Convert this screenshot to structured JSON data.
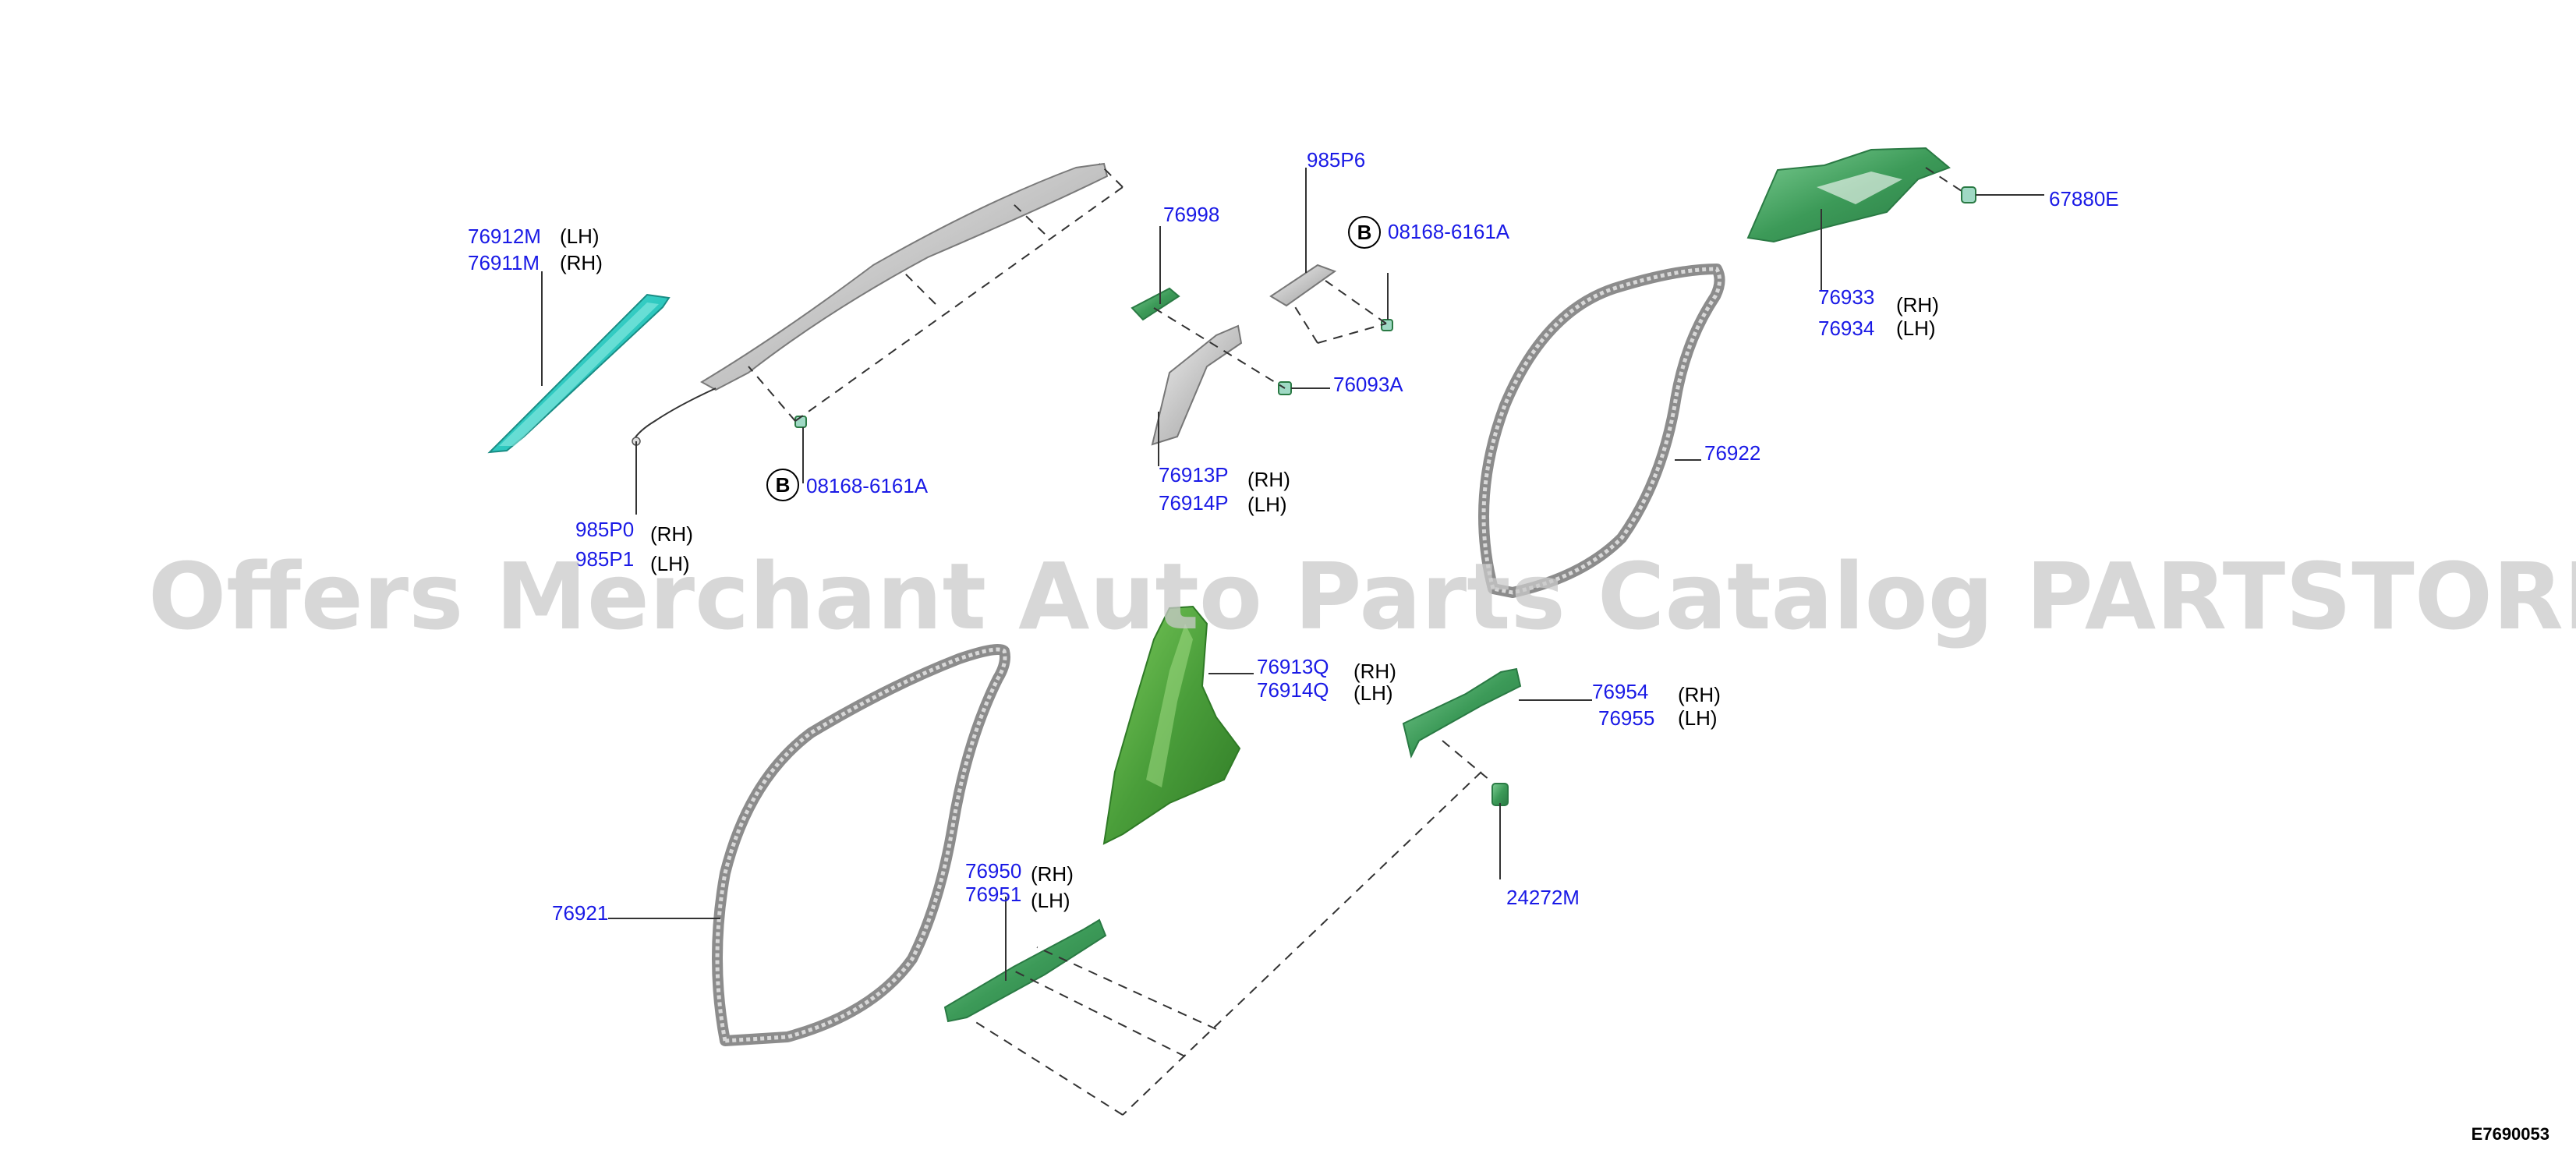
{
  "watermark": "Offers Merchant Auto Parts Catalog PARTSTORE.SA",
  "diagram_code": "E7690053",
  "callouts": [
    {
      "id": "a",
      "part": "76912M",
      "side": "(LH)"
    },
    {
      "id": "b",
      "part": "76911M",
      "side": "(RH)"
    },
    {
      "id": "c",
      "part": "985P0",
      "side": "(RH)"
    },
    {
      "id": "d",
      "part": "985P1",
      "side": "(LH)"
    },
    {
      "id": "e",
      "part": "08168-6161A",
      "side": "",
      "marker": "B"
    },
    {
      "id": "f",
      "part": "76998",
      "side": ""
    },
    {
      "id": "g",
      "part": "985P6",
      "side": ""
    },
    {
      "id": "h",
      "part": "08168-6161A",
      "side": "",
      "marker": "B"
    },
    {
      "id": "i",
      "part": "76093A",
      "side": ""
    },
    {
      "id": "j",
      "part": "76913P",
      "side": "(RH)"
    },
    {
      "id": "k",
      "part": "76914P",
      "side": "(LH)"
    },
    {
      "id": "l",
      "part": "76933",
      "side": "(RH)"
    },
    {
      "id": "m",
      "part": "76934",
      "side": "(LH)"
    },
    {
      "id": "n",
      "part": "67880E",
      "side": ""
    },
    {
      "id": "o",
      "part": "76922",
      "side": ""
    },
    {
      "id": "p",
      "part": "76913Q",
      "side": "(RH)"
    },
    {
      "id": "q",
      "part": "76914Q",
      "side": "(LH)"
    },
    {
      "id": "r",
      "part": "76954",
      "side": "(RH)"
    },
    {
      "id": "s",
      "part": "76955",
      "side": "(LH)"
    },
    {
      "id": "t",
      "part": "24272M",
      "side": ""
    },
    {
      "id": "u",
      "part": "76921",
      "side": ""
    },
    {
      "id": "v",
      "part": "76950",
      "side": "(RH)"
    },
    {
      "id": "w",
      "part": "76951",
      "side": "(LH)"
    }
  ],
  "colors": {
    "part_number": "#1a1ae6",
    "teal_trim": "#2ec9c0",
    "green_trim": "#3c9a58",
    "pillar_green": "#4a9e3a",
    "weatherstrip": "#8c8c8c",
    "airbag_gray": "#c4c4c4"
  }
}
